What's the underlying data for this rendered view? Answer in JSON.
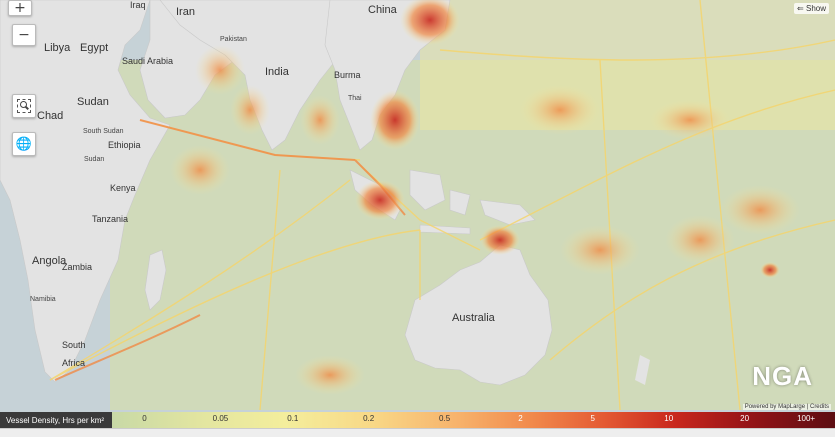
{
  "map": {
    "countries": [
      "Iran",
      "China",
      "Libya",
      "Egypt",
      "Saudi Arabia",
      "Pakistan",
      "India",
      "Burma",
      "Chad",
      "Sudan",
      "South Sudan",
      "Ethiopia",
      "Kenya",
      "Tanzania",
      "Angola",
      "Zambia",
      "Namibia",
      "South Africa",
      "Australia"
    ],
    "labels": {
      "iran": "Iran",
      "china": "China",
      "libya": "Libya",
      "egypt": "Egypt",
      "saudi": "Saudi Arabia",
      "pakistan": "Pakistan",
      "india": "India",
      "burma": "Burma",
      "chad": "Chad",
      "sudan": "Sudan",
      "south_sudan": "South Sudan",
      "ethiopia": "Ethiopia",
      "kenya": "Kenya",
      "tanzania": "Tanzania",
      "angola": "Angola",
      "zambia": "Zambia",
      "namibia": "Namibia",
      "south": "South",
      "africa": "Africa",
      "australia": "Australia",
      "iraq": "Iraq",
      "thailand": "Thai"
    },
    "colors": {
      "land": "#e3e3e3",
      "ocean": "#c6d2d7",
      "low": "#d9e0a2",
      "mid": "#f6e79a",
      "high": "#f08a45",
      "veryhigh": "#c8271d",
      "max": "#5c0d12"
    }
  },
  "controls": {
    "zoom_in": "+",
    "zoom_out": "−",
    "show_label": "Show",
    "show_icon": "arrow-left-icon"
  },
  "legend": {
    "title": "Vessel Density, Hrs per km²",
    "ticks": [
      "0",
      "0.05",
      "0.1",
      "0.2",
      "0.5",
      "2",
      "5",
      "10",
      "20",
      "100+"
    ]
  },
  "branding": {
    "logo": "NGA",
    "powered": "Powered by MapLarge | Credits"
  }
}
